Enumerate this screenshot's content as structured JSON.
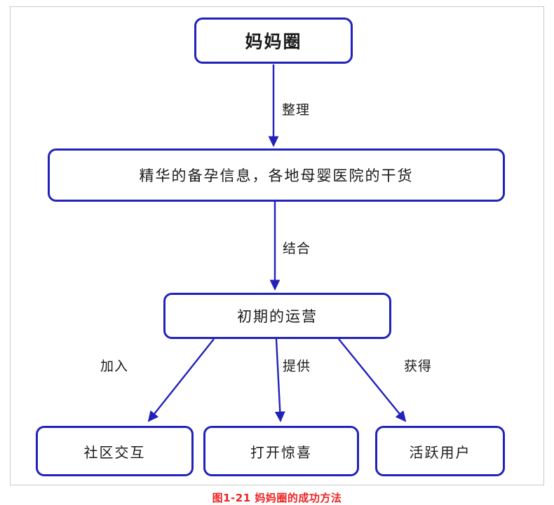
{
  "figure": {
    "caption": "图1-21 妈妈圈的成功方法",
    "caption_color": "#ee2222",
    "node_border_color": "#2222bb",
    "node_fill": "#ffffff",
    "text_color": "#1a1a1a"
  },
  "nodes": [
    {
      "id": "root",
      "label": "妈妈圈"
    },
    {
      "id": "info",
      "label": "精华的备孕信息，各地母婴医院的干货"
    },
    {
      "id": "operation",
      "label": "初期的运营"
    },
    {
      "id": "community",
      "label": "社区交互"
    },
    {
      "id": "surprise",
      "label": "打开惊喜"
    },
    {
      "id": "activeuser",
      "label": "活跃用户"
    }
  ],
  "edges": [
    {
      "from": "root",
      "to": "info",
      "label": "整理"
    },
    {
      "from": "info",
      "to": "operation",
      "label": "结合"
    },
    {
      "from": "operation",
      "to": "community",
      "label": "加入"
    },
    {
      "from": "operation",
      "to": "surprise",
      "label": "提供"
    },
    {
      "from": "operation",
      "to": "activeuser",
      "label": "获得"
    }
  ]
}
